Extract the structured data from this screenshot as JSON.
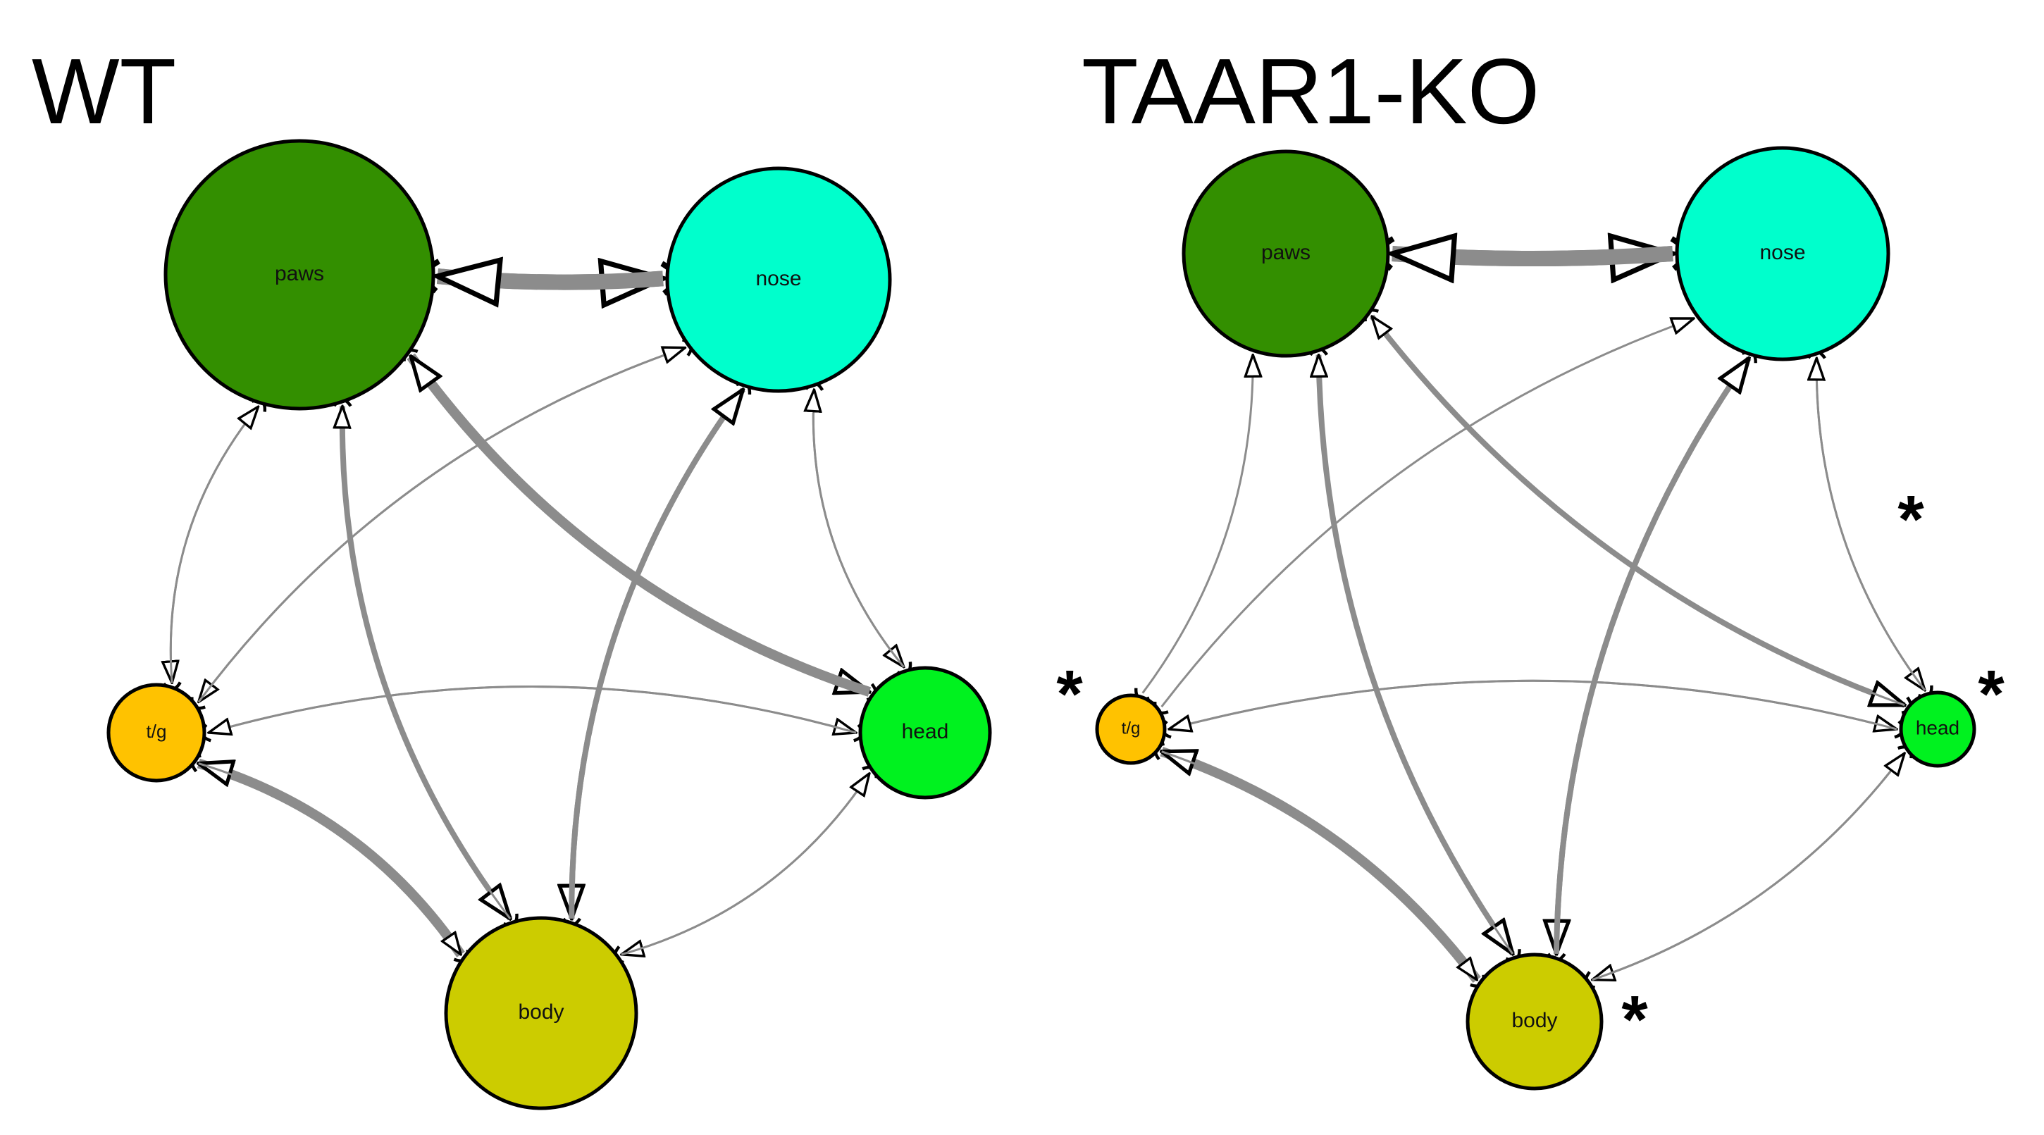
{
  "colors": {
    "edge": "#8c8c8c",
    "node_stroke": "#000000",
    "paws": "#338f00",
    "nose": "#00ffcc",
    "tg": "#ffc200",
    "head": "#00f21f",
    "body": "#cccc00"
  },
  "panels": [
    {
      "id": "wt",
      "title": "WT",
      "nodes": [
        {
          "id": "paws",
          "label": "paws",
          "color_key": "paws"
        },
        {
          "id": "nose",
          "label": "nose",
          "color_key": "nose"
        },
        {
          "id": "tg",
          "label": "t/g",
          "color_key": "tg"
        },
        {
          "id": "head",
          "label": "head",
          "color_key": "head"
        },
        {
          "id": "body",
          "label": "body",
          "color_key": "body"
        }
      ],
      "edges": [
        {
          "from": "paws",
          "to": "nose",
          "weight": 4
        },
        {
          "from": "nose",
          "to": "paws",
          "weight": 4
        },
        {
          "from": "paws",
          "to": "head",
          "weight": 3
        },
        {
          "from": "head",
          "to": "paws",
          "weight": 3
        },
        {
          "from": "paws",
          "to": "body",
          "weight": 2
        },
        {
          "from": "body",
          "to": "paws",
          "weight": 1
        },
        {
          "from": "paws",
          "to": "tg",
          "weight": 1
        },
        {
          "from": "tg",
          "to": "paws",
          "weight": 1
        },
        {
          "from": "nose",
          "to": "tg",
          "weight": 1
        },
        {
          "from": "tg",
          "to": "nose",
          "weight": 1
        },
        {
          "from": "nose",
          "to": "head",
          "weight": 1
        },
        {
          "from": "head",
          "to": "nose",
          "weight": 1
        },
        {
          "from": "nose",
          "to": "body",
          "weight": 2
        },
        {
          "from": "body",
          "to": "nose",
          "weight": 2
        },
        {
          "from": "body",
          "to": "tg",
          "weight": 3
        },
        {
          "from": "tg",
          "to": "head",
          "weight": 1
        },
        {
          "from": "head",
          "to": "tg",
          "weight": 1
        },
        {
          "from": "head",
          "to": "body",
          "weight": 1
        },
        {
          "from": "body",
          "to": "head",
          "weight": 1
        },
        {
          "from": "tg",
          "to": "body",
          "weight": 1
        }
      ],
      "stars": []
    },
    {
      "id": "ko",
      "title": "TAAR1-KO",
      "nodes": [
        {
          "id": "paws",
          "label": "paws",
          "color_key": "paws"
        },
        {
          "id": "nose",
          "label": "nose",
          "color_key": "nose"
        },
        {
          "id": "tg",
          "label": "t/g",
          "color_key": "tg"
        },
        {
          "id": "head",
          "label": "head",
          "color_key": "head"
        },
        {
          "id": "body",
          "label": "body",
          "color_key": "body"
        }
      ],
      "edges": [
        {
          "from": "paws",
          "to": "nose",
          "weight": 4
        },
        {
          "from": "nose",
          "to": "paws",
          "weight": 4
        },
        {
          "from": "paws",
          "to": "head",
          "weight": 2
        },
        {
          "from": "head",
          "to": "paws",
          "weight": 1
        },
        {
          "from": "paws",
          "to": "body",
          "weight": 2
        },
        {
          "from": "body",
          "to": "paws",
          "weight": 1
        },
        {
          "from": "tg",
          "to": "paws",
          "weight": 1
        },
        {
          "from": "tg",
          "to": "nose",
          "weight": 1
        },
        {
          "from": "nose",
          "to": "head",
          "weight": 1
        },
        {
          "from": "head",
          "to": "nose",
          "weight": 1
        },
        {
          "from": "nose",
          "to": "body",
          "weight": 2
        },
        {
          "from": "body",
          "to": "nose",
          "weight": 2
        },
        {
          "from": "body",
          "to": "tg",
          "weight": 3
        },
        {
          "from": "tg",
          "to": "head",
          "weight": 1
        },
        {
          "from": "head",
          "to": "tg",
          "weight": 1
        },
        {
          "from": "head",
          "to": "body",
          "weight": 1
        },
        {
          "from": "body",
          "to": "head",
          "weight": 1
        },
        {
          "from": "tg",
          "to": "body",
          "weight": 1
        }
      ],
      "stars": [
        "*",
        "*",
        "*",
        "*"
      ]
    }
  ]
}
